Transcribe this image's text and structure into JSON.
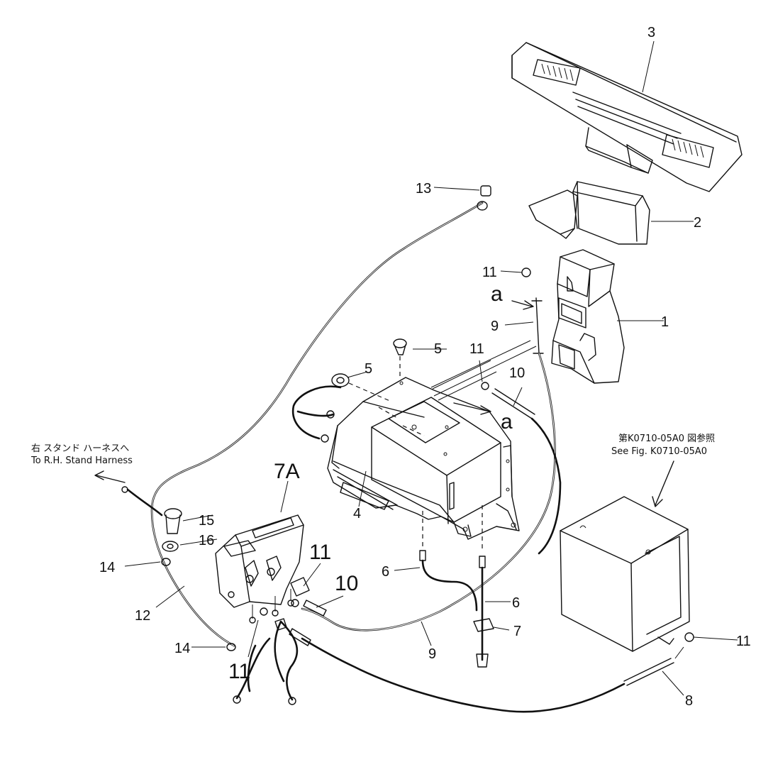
{
  "labels": {
    "p1": "1",
    "p2": "2",
    "p3": "3",
    "p4": "4",
    "p5a": "5",
    "p5b": "5",
    "p6a": "6",
    "p6b": "6",
    "p7": "7",
    "p7A": "7A",
    "p8": "8",
    "p9a": "9",
    "p9b": "9",
    "p10a": "10",
    "p10b": "10",
    "p11a": "11",
    "p11b": "11",
    "p11c": "11",
    "p11d": "11",
    "p11e": "11",
    "p12": "12",
    "p13": "13",
    "p14a": "14",
    "p14b": "14",
    "p15": "15",
    "p16": "16",
    "refA1": "a",
    "refA2": "a"
  },
  "notes": {
    "harness_jp": "右 スタンド ハーネスへ",
    "harness_en": "To R.H. Stand Harness",
    "fig_jp": "第K0710-05A0 図参照",
    "fig_en": "See Fig. K0710-05A0"
  }
}
